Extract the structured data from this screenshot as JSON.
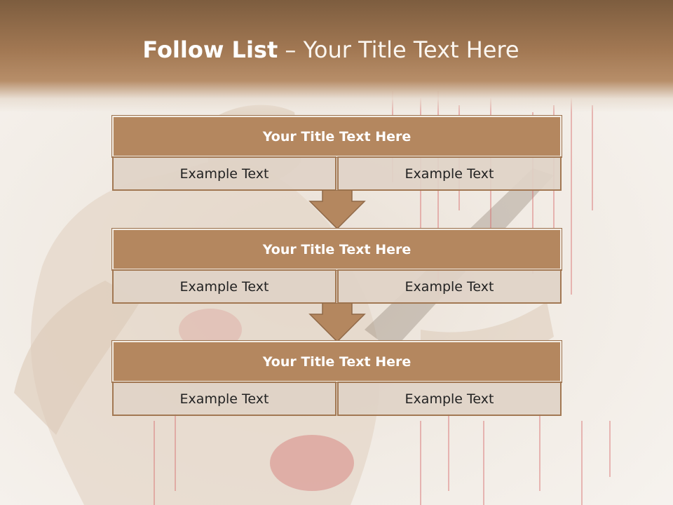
{
  "slide": {
    "title_bold": "Follow List",
    "title_sep": " – ",
    "title_rest": "Your Title Text Here"
  },
  "list": {
    "items": [
      {
        "title": "Your Title Text Here",
        "left": "Example Text",
        "right": "Example Text"
      },
      {
        "title": "Your Title Text Here",
        "left": "Example Text",
        "right": "Example Text"
      },
      {
        "title": "Your Title Text Here",
        "left": "Example Text",
        "right": "Example Text"
      }
    ]
  },
  "colors": {
    "header": "#a27853",
    "title_box": "#b4875f",
    "cell": "#e0d3c7",
    "arrow": "#b4875f",
    "background": "#f3efe9"
  }
}
